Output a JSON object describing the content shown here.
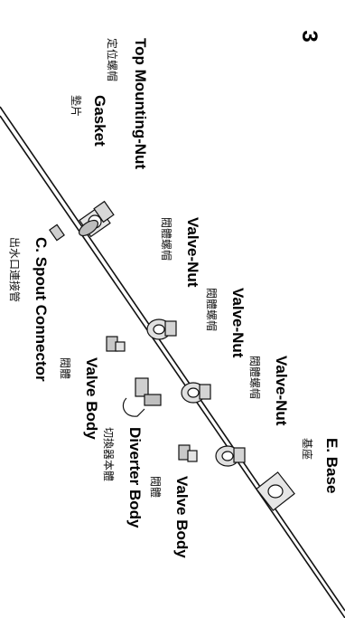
{
  "step_number": "3",
  "parts": [
    {
      "key": "top_mounting_nut",
      "en": "Top Mounting-Nut",
      "zh": "定位螺帽"
    },
    {
      "key": "gasket",
      "en": "Gasket",
      "zh": "墊片"
    },
    {
      "key": "spout_connector",
      "en": "C. Spout Connector",
      "zh": "出水口連接管"
    },
    {
      "key": "valve_nut_1",
      "en": "Valve-Nut",
      "zh": "閥體螺帽"
    },
    {
      "key": "valve_nut_2",
      "en": "Valve-Nut",
      "zh": "閥體螺帽"
    },
    {
      "key": "valve_nut_3",
      "en": "Valve-Nut",
      "zh": "閥體螺帽"
    },
    {
      "key": "valve_body_1",
      "en": "Valve Body",
      "zh": "閥體"
    },
    {
      "key": "diverter_body",
      "en": "Diverter Body",
      "zh": "切換器本體"
    },
    {
      "key": "valve_body_2",
      "en": "Valve Body",
      "zh": "閥體"
    },
    {
      "key": "base",
      "en": "E. Base",
      "zh": "基座"
    }
  ]
}
